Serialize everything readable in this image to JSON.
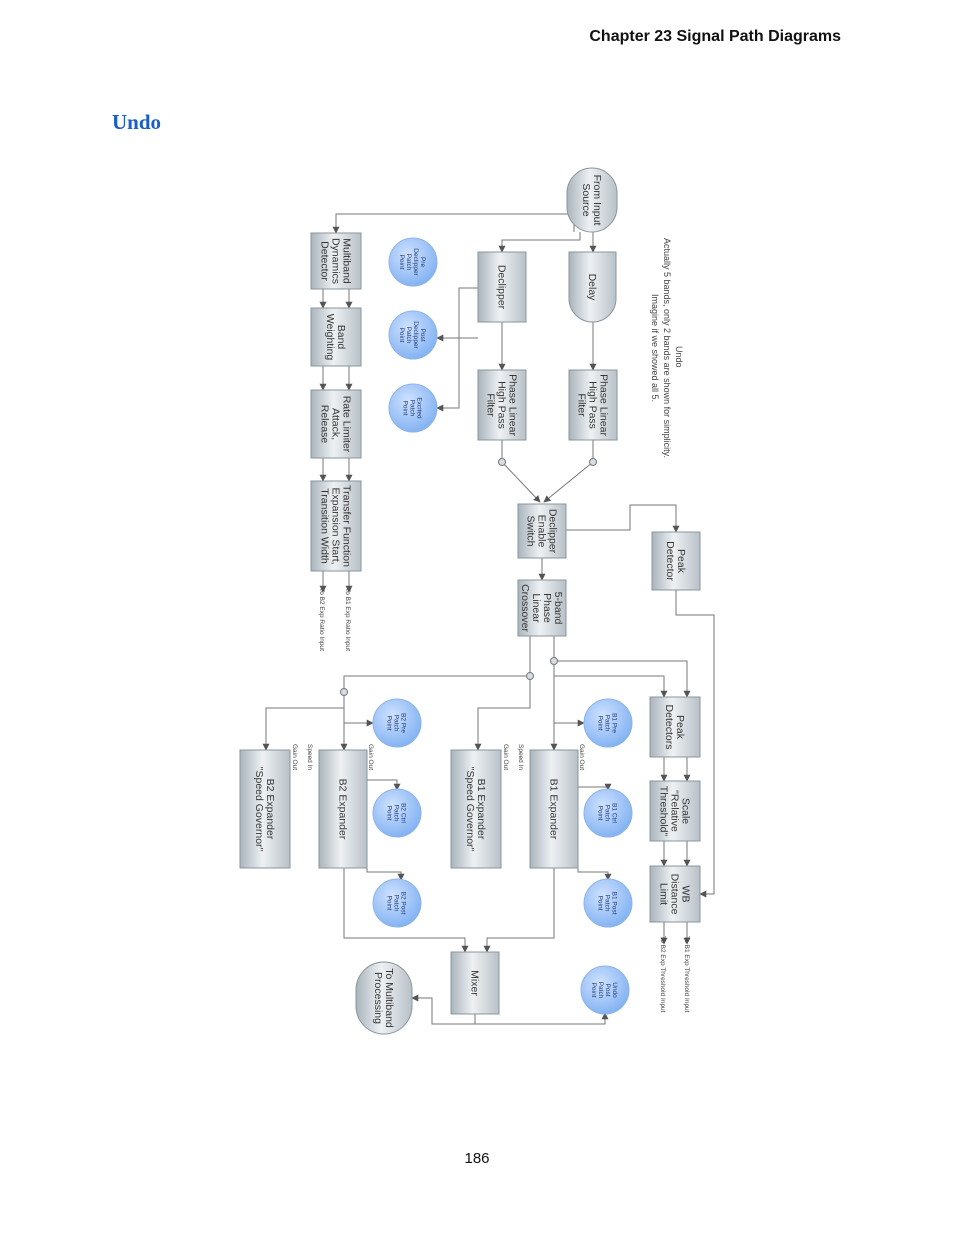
{
  "header": {
    "chapter": "Chapter 23  Signal Path Diagrams"
  },
  "section": {
    "title": "Undo"
  },
  "page": {
    "number": "186"
  },
  "diagram": {
    "blocks": [
      {
        "id": "from-input",
        "lines": [
          "From Input",
          "Source"
        ]
      },
      {
        "id": "delay",
        "lines": [
          "Delay"
        ]
      },
      {
        "id": "declipper",
        "lines": [
          "Declipper"
        ]
      },
      {
        "id": "phase-linear-1",
        "lines": [
          "Phase Linear",
          "High Pass",
          "Filter"
        ]
      },
      {
        "id": "phase-linear-2",
        "lines": [
          "Phase Linear",
          "High Pass",
          "Filter"
        ]
      },
      {
        "id": "declipper-enable",
        "lines": [
          "Declipper",
          "Enable",
          "Switch"
        ]
      },
      {
        "id": "peak-detector",
        "lines": [
          "Peak",
          "Detector"
        ]
      },
      {
        "id": "crossover",
        "lines": [
          "5-band",
          "Phase",
          "Linear",
          "Crossover"
        ]
      },
      {
        "id": "mb-detector",
        "lines": [
          "Multiband",
          "Dynamics",
          "Detector"
        ]
      },
      {
        "id": "band-weighting",
        "lines": [
          "Band",
          "Weighting"
        ]
      },
      {
        "id": "rate-limiter",
        "lines": [
          "Rate Limiter",
          "Attack,",
          "Release"
        ]
      },
      {
        "id": "transfer-function",
        "lines": [
          "Transfer Function",
          "Expansion Start,",
          "Transition Width"
        ]
      },
      {
        "id": "peak-detectors",
        "lines": [
          "Peak",
          "Detectors"
        ]
      },
      {
        "id": "scale",
        "lines": [
          "Scale",
          "\"Relative",
          "Threshold\""
        ]
      },
      {
        "id": "wb-distance",
        "lines": [
          "WB",
          "Distance",
          "Limit"
        ]
      },
      {
        "id": "b1-expander",
        "lines": [
          "B1 Expander"
        ]
      },
      {
        "id": "b1-governor",
        "lines": [
          "B1 Expander",
          "\"Speed Governor\""
        ]
      },
      {
        "id": "b2-expander",
        "lines": [
          "B2 Expander"
        ]
      },
      {
        "id": "b2-governor",
        "lines": [
          "B2 Expander",
          "\"Speed Governor\""
        ]
      },
      {
        "id": "mixer",
        "lines": [
          "Mixer"
        ]
      },
      {
        "id": "to-multiband",
        "lines": [
          "To Multiband",
          "Processing"
        ]
      }
    ],
    "patch_points": [
      {
        "id": "pre-declipper",
        "lines": [
          "Pre",
          "Declipper",
          "Patch",
          "Point"
        ]
      },
      {
        "id": "post-declipper",
        "lines": [
          "Post",
          "Declipper",
          "Patch",
          "Point"
        ]
      },
      {
        "id": "excited",
        "lines": [
          "Excited",
          "Patch",
          "Point"
        ]
      },
      {
        "id": "b1-pre",
        "lines": [
          "B1 Pre",
          "Patch",
          "Point"
        ]
      },
      {
        "id": "b1-ctrl",
        "lines": [
          "B1 Ctrl",
          "Patch",
          "Point"
        ]
      },
      {
        "id": "b1-post",
        "lines": [
          "B1 Post",
          "Patch",
          "Point"
        ]
      },
      {
        "id": "b2-pre",
        "lines": [
          "B2 Pre",
          "Patch",
          "Point"
        ]
      },
      {
        "id": "b2-ctrl",
        "lines": [
          "B2 Ctrl",
          "Patch",
          "Point"
        ]
      },
      {
        "id": "b2-post",
        "lines": [
          "B2 Post",
          "Patch",
          "Point"
        ]
      },
      {
        "id": "undo-post",
        "lines": [
          "Undo",
          "Post",
          "Patch",
          "Point"
        ]
      }
    ],
    "labels": {
      "to_b1_ratio": "To B1 Exp Ratio Input",
      "to_b2_ratio": "To B2 Exp Ratio Input",
      "to_b1_threshold": "To B1 Exp Threshold Input",
      "to_b2_threshold": "To B2 Exp Threshold Input",
      "gain_out": "Gain Out",
      "speed_in": "Speed In"
    },
    "note": {
      "title": "Undo",
      "line1": "Actually 5 bands, only 2 bands are shown for simplicity.",
      "line2": "Imagine if we showed all 5."
    }
  }
}
